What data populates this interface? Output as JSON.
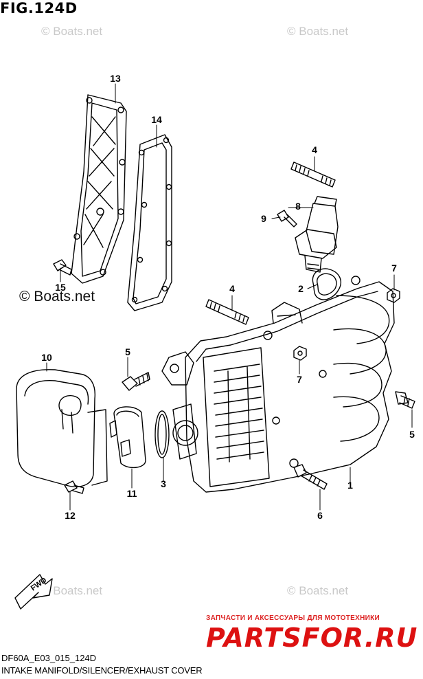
{
  "figure": {
    "title": "FIG.124D"
  },
  "watermarks": {
    "main": "© Boats.net",
    "faint": [
      "© Boats.net",
      "© Boats.net",
      "© Boats.net",
      "© Boats.net"
    ]
  },
  "parts": [
    {
      "number": "1"
    },
    {
      "number": "2"
    },
    {
      "number": "3"
    },
    {
      "number": "4"
    },
    {
      "number": "4"
    },
    {
      "number": "5"
    },
    {
      "number": "5"
    },
    {
      "number": "6"
    },
    {
      "number": "7"
    },
    {
      "number": "7"
    },
    {
      "number": "8"
    },
    {
      "number": "9"
    },
    {
      "number": "10"
    },
    {
      "number": "11"
    },
    {
      "number": "12"
    },
    {
      "number": "13"
    },
    {
      "number": "14"
    },
    {
      "number": "15"
    }
  ],
  "fwd_label": "FWD",
  "branding": {
    "subtitle": "ЗАПЧАСТИ И АКСЕССУАРЫ ДЛЯ МОТОТЕХНИКИ",
    "name": "PARTSFOR.RU"
  },
  "footer": {
    "code": "DF60A_E03_015_124D",
    "caption": "INTAKE MANIFOLD/SILENCER/EXHAUST COVER"
  }
}
